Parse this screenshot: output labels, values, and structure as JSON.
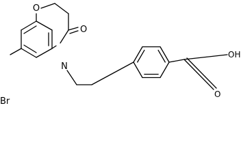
{
  "molecule": {
    "atoms": {
      "ring_oxygen": "O",
      "carbonyl_oxygen": "O",
      "ring_nitrogen": "N",
      "bromine": "Br",
      "acid_hydroxyl": "OH",
      "acid_carbonyl_oxygen": "O"
    }
  }
}
